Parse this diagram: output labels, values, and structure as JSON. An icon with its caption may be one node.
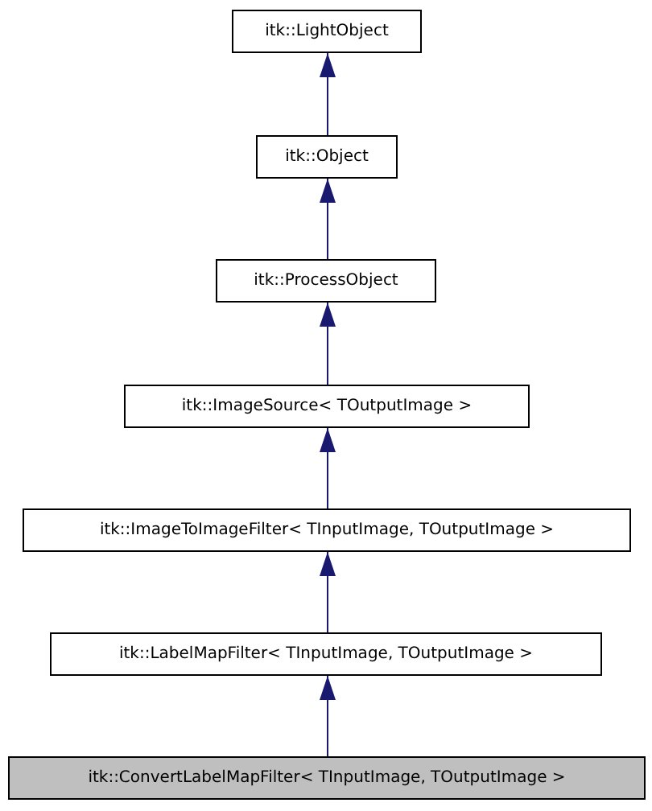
{
  "diagram": {
    "nodes": [
      {
        "text": [
          "itk::LightObject"
        ]
      },
      {
        "text": [
          "itk::Object"
        ]
      },
      {
        "text": [
          "itk::ProcessObject"
        ]
      },
      {
        "text": [
          "itk::ImageSource< TOutputImage >"
        ]
      },
      {
        "text": [
          "itk::ImageToImageFilter< TInputImage, TOutputImage >"
        ]
      },
      {
        "text": [
          "itk::LabelMapFilter< TInputImage, TOutputImage >"
        ]
      },
      {
        "text": [
          "itk::ConvertLabelMapFilter< TInputImage, TOutputImage >"
        ]
      }
    ],
    "edges": [
      {
        "from": 1,
        "to": 0,
        "arrow": "to"
      },
      {
        "from": 2,
        "to": 1,
        "arrow": "to"
      },
      {
        "from": 3,
        "to": 2,
        "arrow": "to"
      },
      {
        "from": 4,
        "to": 3,
        "arrow": "to"
      },
      {
        "from": 5,
        "to": 4,
        "arrow": "to"
      },
      {
        "from": 6,
        "to": 5,
        "arrow": "to"
      }
    ]
  }
}
